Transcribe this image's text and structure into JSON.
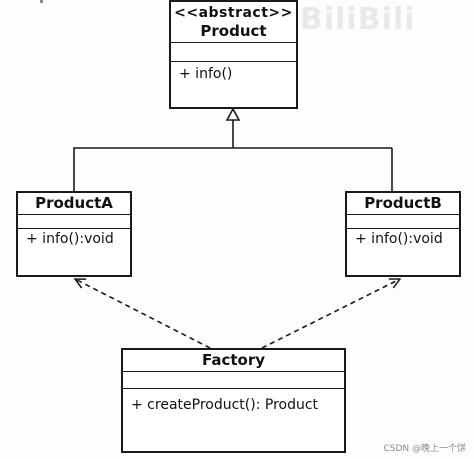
{
  "diagram": {
    "classes": [
      {
        "id": "product",
        "stereotype": "<<abstract>>",
        "name": "Product",
        "methods": [
          "+ info()"
        ]
      },
      {
        "id": "product-a",
        "name": "ProductA",
        "methods": [
          "+ info():void"
        ]
      },
      {
        "id": "product-b",
        "name": "ProductB",
        "methods": [
          "+ info():void"
        ]
      },
      {
        "id": "factory",
        "name": "Factory",
        "methods": [
          "+ createProduct():  Product"
        ]
      }
    ],
    "relations": [
      {
        "type": "generalization",
        "from": "product-a",
        "to": "product"
      },
      {
        "type": "generalization",
        "from": "product-b",
        "to": "product"
      },
      {
        "type": "dependency",
        "from": "factory",
        "to": "product-a"
      },
      {
        "type": "dependency",
        "from": "factory",
        "to": "product-b"
      }
    ]
  },
  "watermark": {
    "logo_text": "BiliBili",
    "caption": "CSDN @晚上一个饼"
  },
  "colors": {
    "line": "#1a1a1a",
    "background": "#fdfdfd"
  }
}
